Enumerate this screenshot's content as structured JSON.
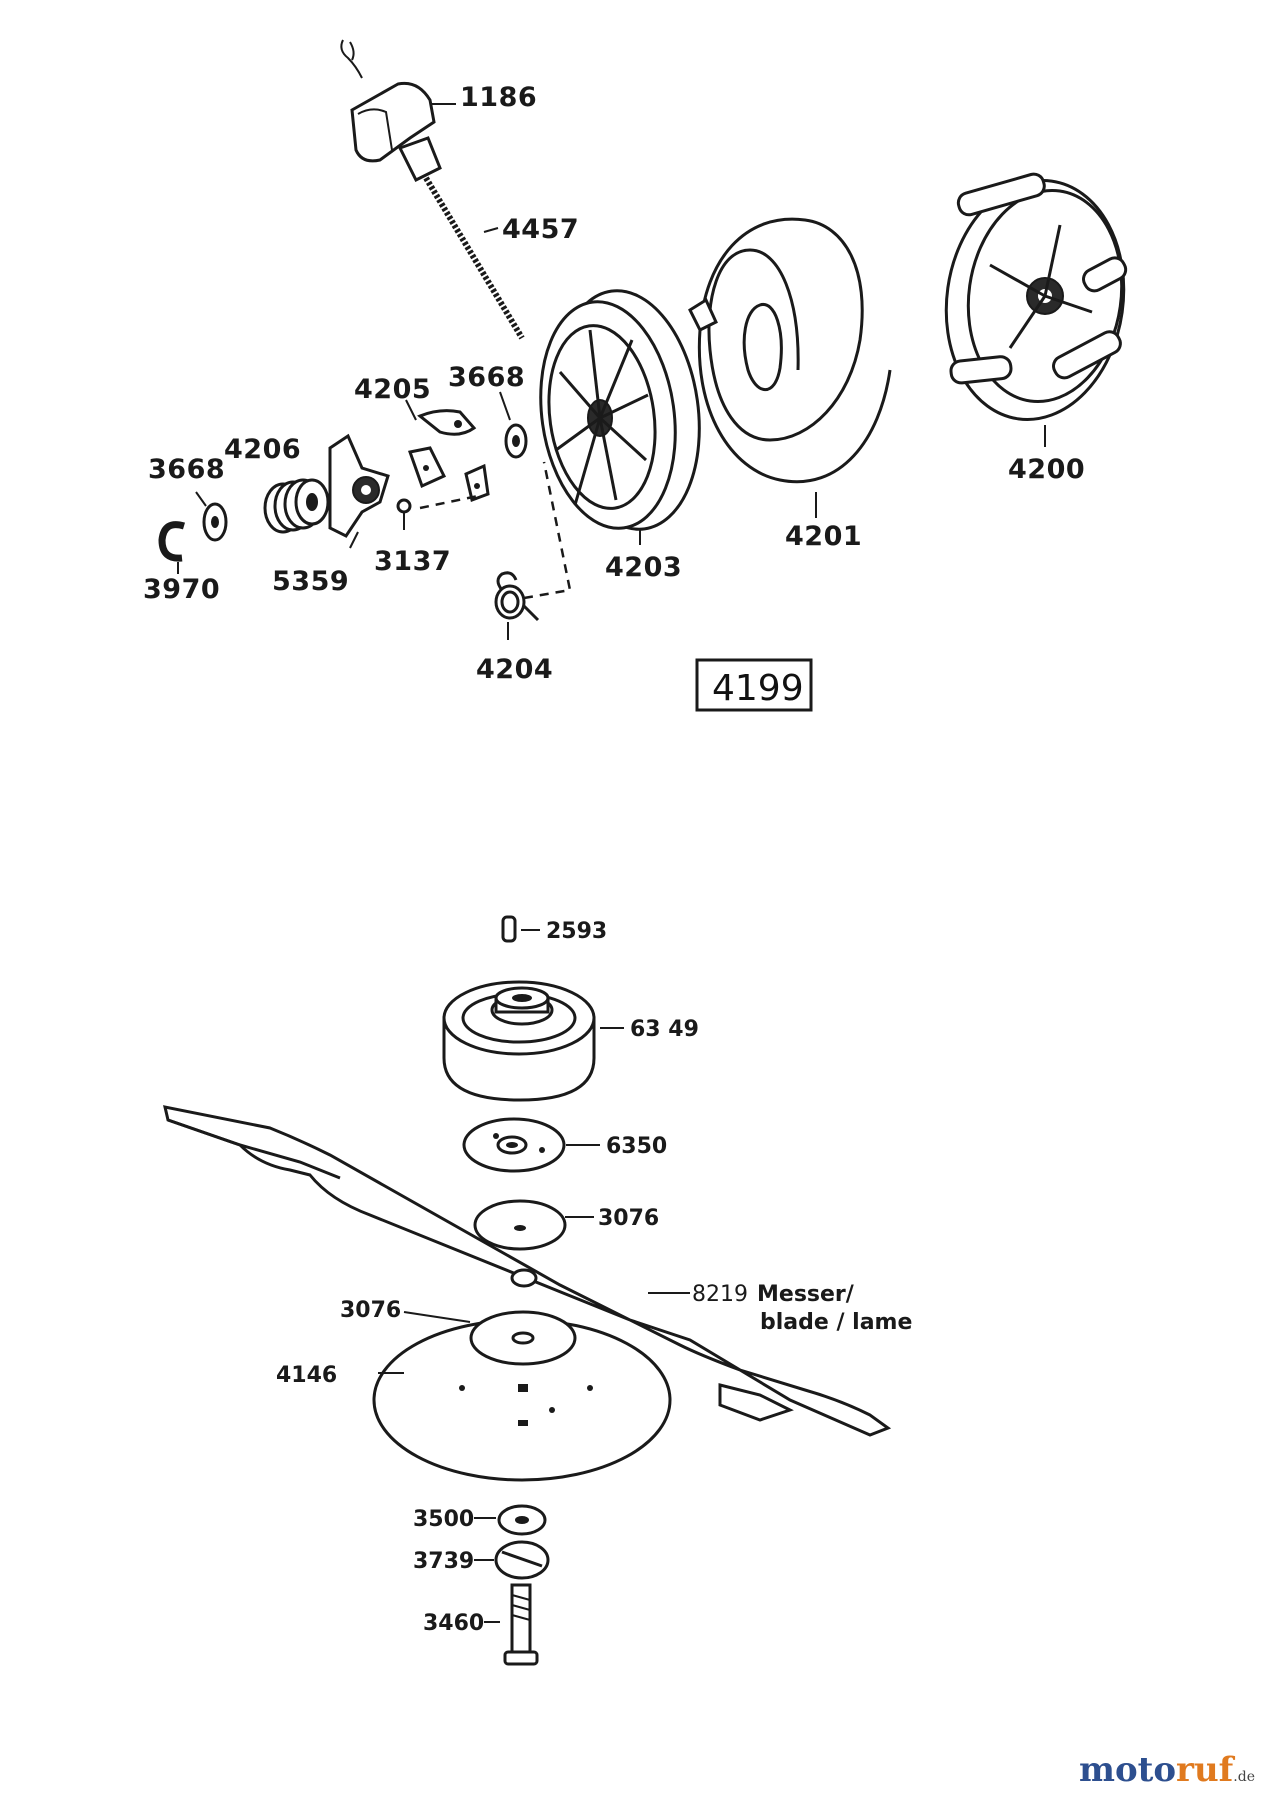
{
  "diagram": {
    "starter_group_number": "4199",
    "labels": {
      "p1186": "1186",
      "p4457": "4457",
      "p4205": "4205",
      "p3668a": "3668",
      "p3668b": "3668",
      "p4206": "4206",
      "p3970": "3970",
      "p5359": "5359",
      "p3137": "3137",
      "p4203": "4203",
      "p4201": "4201",
      "p4200": "4200",
      "p4204": "4204",
      "p2593": "2593",
      "p6349": "63 49",
      "p6350": "6350",
      "p3076a": "3076",
      "p8219": "8219",
      "p8219_desc1": "Messer/",
      "p8219_desc2": "blade / lame",
      "p3076b": "3076",
      "p4146": "4146",
      "p3500": "3500",
      "p3739": "3739",
      "p3460": "3460"
    }
  },
  "watermark": {
    "part1": "moto",
    "part2": "ruf",
    "part3": ".de"
  },
  "colors": {
    "line": "#1a1a1a",
    "brand_blue": "#2d4f8f",
    "brand_orange": "#e07a1f"
  }
}
